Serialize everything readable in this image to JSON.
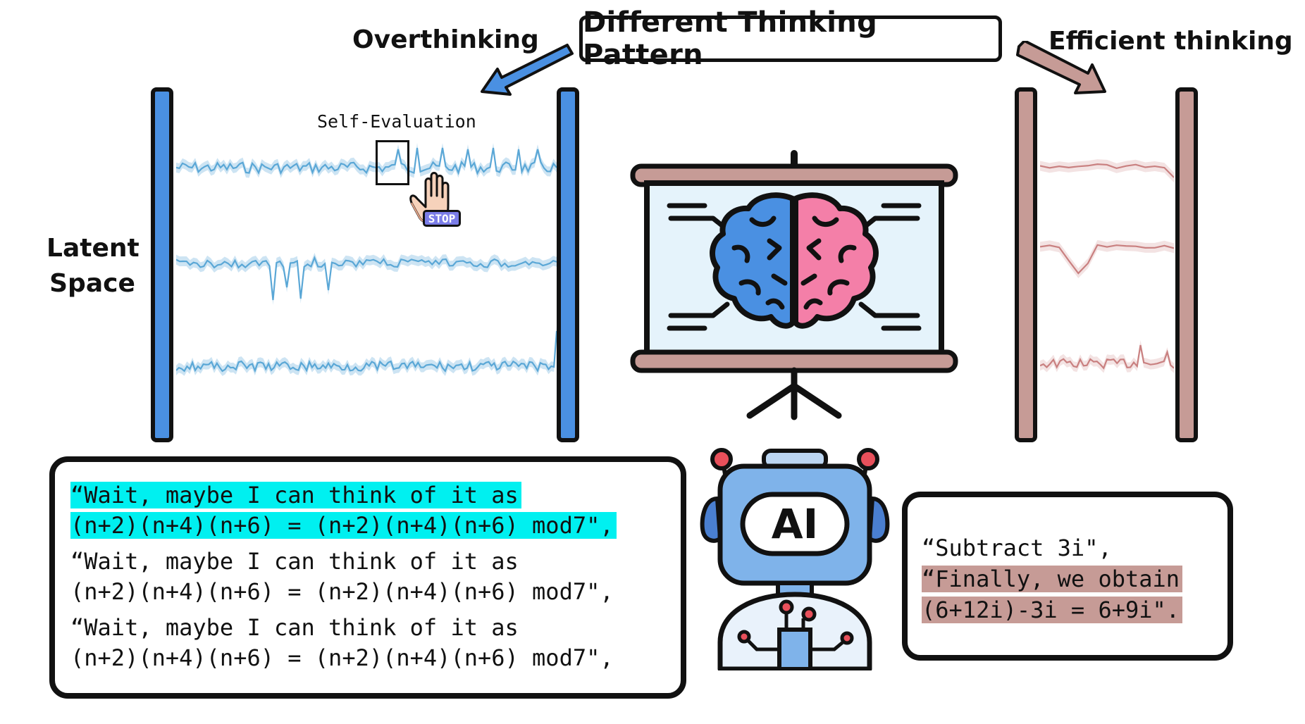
{
  "title": "Different Thinking Pattern",
  "left_header": "Overthinking",
  "right_header": "Efficient thinking",
  "latent_label": [
    "Latent",
    "Space"
  ],
  "self_eval_label": "Self-Evaluation",
  "stop_badge": "STOP",
  "robot_label": "AI",
  "colors": {
    "overthinking_blue": "#4a90e2",
    "efficient_rose": "#c69b96",
    "highlight_cyan": "#00f0f0",
    "brain_blue": "#4a90e2",
    "brain_pink": "#f47fa8",
    "series_blue": "#5aa7d6",
    "series_rose": "#c98080"
  },
  "overthinking_box": {
    "lines": [
      {
        "text": "“Wait, maybe I can think of it as",
        "highlight": true
      },
      {
        "text": "(n+2)(n+4)(n+6) = (n+2)(n+4)(n+6) mod7\",",
        "highlight": true
      },
      {
        "text": "“Wait, maybe I can think of it as",
        "highlight": false
      },
      {
        "text": "(n+2)(n+4)(n+6) = (n+2)(n+4)(n+6) mod7\",",
        "highlight": false
      },
      {
        "text": "“Wait, maybe I can think of it as",
        "highlight": false
      },
      {
        "text": "(n+2)(n+4)(n+6) = (n+2)(n+4)(n+6) mod7\",",
        "highlight": false
      }
    ]
  },
  "efficient_box": {
    "lines": [
      {
        "text": "“Subtract 3i\",",
        "highlight": false
      },
      {
        "text": "“Finally, we obtain",
        "highlight": true
      },
      {
        "text": "(6+12i)-3i = 6+9i\".",
        "highlight": true
      }
    ]
  },
  "icons": [
    "overthinking-arrow-icon",
    "efficient-arrow-icon",
    "hand-stop-icon",
    "presentation-board-icon",
    "brain-icon",
    "robot-icon"
  ]
}
